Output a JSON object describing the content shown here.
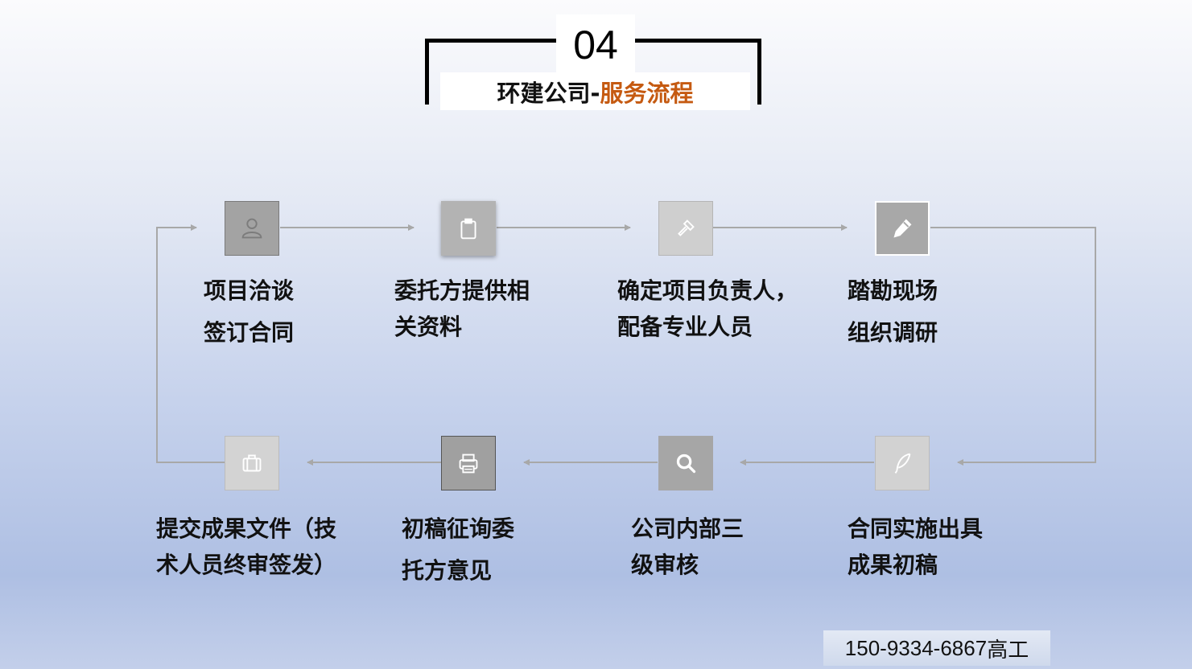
{
  "header": {
    "number": "04",
    "title_prefix": "环建公司-",
    "title_highlight": "服务流程",
    "accent_color": "#c55a11"
  },
  "steps": [
    {
      "icon": "user-icon",
      "lines": "项目洽谈\n签订合同"
    },
    {
      "icon": "clipboard-icon",
      "lines": "委托方提供相\n关资料"
    },
    {
      "icon": "flashlight-icon",
      "lines": "确定项目负责人，\n配备专业人员"
    },
    {
      "icon": "pencil-icon",
      "lines": "踏勘现场\n组织调研"
    },
    {
      "icon": "quill-icon",
      "lines": "合同实施出具\n成果初稿"
    },
    {
      "icon": "search-icon",
      "lines": "公司内部三\n级审核"
    },
    {
      "icon": "printer-icon",
      "lines": "初稿征询委\n托方意见"
    },
    {
      "icon": "briefcase-icon",
      "lines": "提交成果文件（技\n术人员终审签发）"
    }
  ],
  "contact": {
    "phone": "150-9334-6867",
    "name": "高工"
  }
}
